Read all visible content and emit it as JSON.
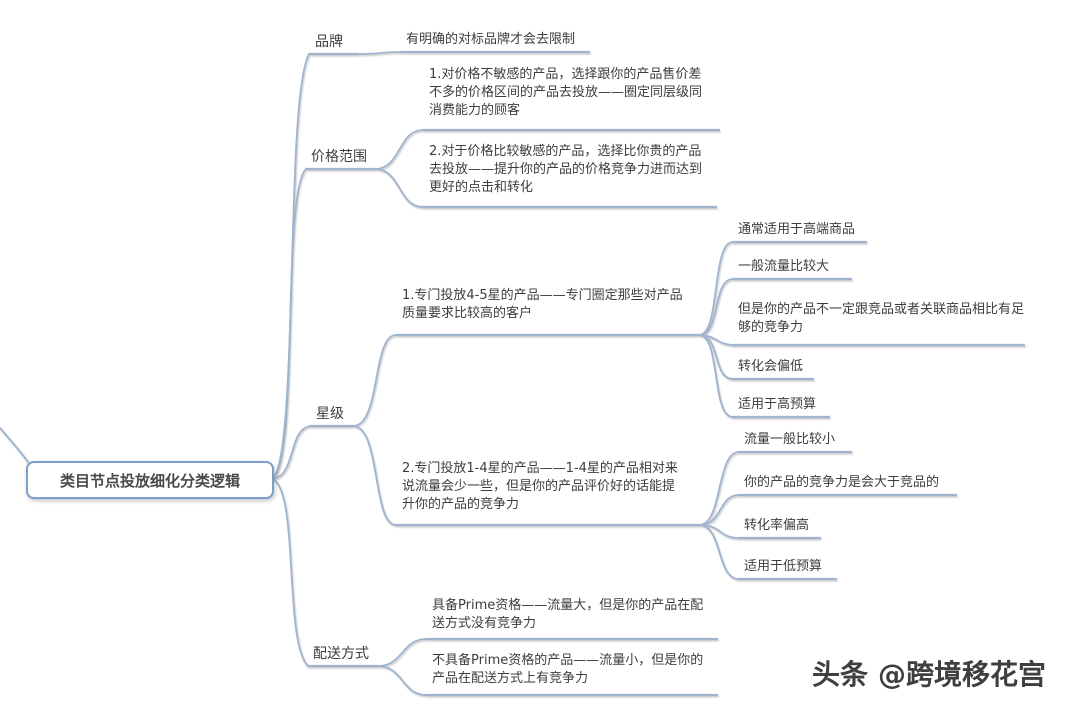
{
  "root_label": "类目节点投放细化分类逻辑",
  "branches": {
    "brand": {
      "label": "品牌",
      "note": "有明确的对标品牌才会去限制"
    },
    "price": {
      "label": "价格范围",
      "item1": "1.对价格不敏感的产品，选择跟你的产品售价差不多的价格区间的产品去投放——圈定同层级同消费能力的顾客",
      "item2": "2.对于价格比较敏感的产品，选择比你贵的产品去投放——提升你的产品的价格竞争力进而达到更好的点击和转化"
    },
    "star": {
      "label": "星级",
      "item1": "1.专门投放4-5星的产品——专门圈定那些对产品质量要求比较高的客户",
      "item1_subs": [
        "通常适用于高端商品",
        "一般流量比较大",
        "但是你的产品不一定跟竞品或者关联商品相比有足够的竞争力",
        "转化会偏低",
        "适用于高预算"
      ],
      "item2": "2.专门投放1-4星的产品——1-4星的产品相对来说流量会少一些，但是你的产品评价好的话能提升你的产品的竞争力",
      "item2_subs": [
        "流量一般比较小",
        "你的产品的竞争力是会大于竞品的",
        "转化率偏高",
        "适用于低预算"
      ]
    },
    "delivery": {
      "label": "配送方式",
      "item1": "具备Prime资格——流量大，但是你的产品在配送方式没有竞争力",
      "item2": "不具备Prime资格的产品——流量小，但是你的产品在配送方式上有竞争力"
    }
  },
  "watermark": {
    "brand": "头条",
    "handle": "@跨境移花宫"
  },
  "colors": {
    "connector": "#a0b4cd",
    "root_border": "#7d9ec8",
    "text": "#3d3d3d"
  }
}
